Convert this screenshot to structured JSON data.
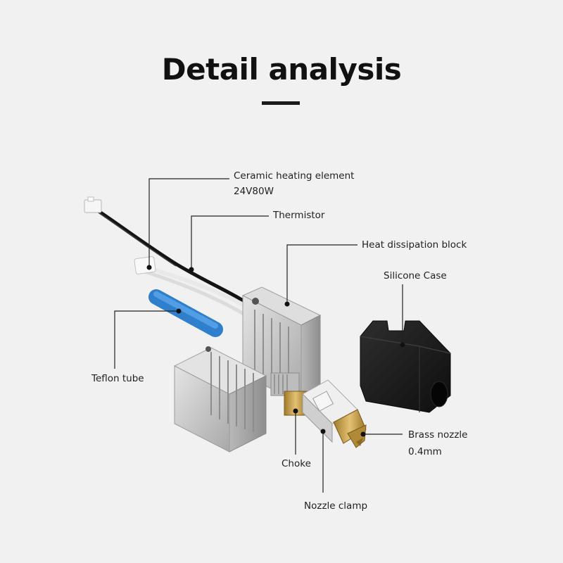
{
  "header": {
    "title": "Detail analysis"
  },
  "callouts": {
    "ceramic_heating_element": {
      "label": "Ceramic heating element",
      "sublabel": "24V80W"
    },
    "thermistor": {
      "label": "Thermistor"
    },
    "heat_dissipation_block": {
      "label": "Heat dissipation block"
    },
    "silicone_case": {
      "label": "Silicone Case"
    },
    "teflon_tube": {
      "label": "Teflon tube"
    },
    "brass_nozzle": {
      "label": "Brass nozzle",
      "sublabel": "0.4mm"
    },
    "choke": {
      "label": "Choke"
    },
    "nozzle_clamp": {
      "label": "Nozzle clamp"
    }
  },
  "colors": {
    "background": "#f1f1f1",
    "text": "#1f1f1f",
    "leader_line": "#222222",
    "aluminum": "#c9c9c9",
    "teflon_blue": "#3d8fdb",
    "silicone_black": "#1b1b1b",
    "brass": "#c9a24a"
  }
}
